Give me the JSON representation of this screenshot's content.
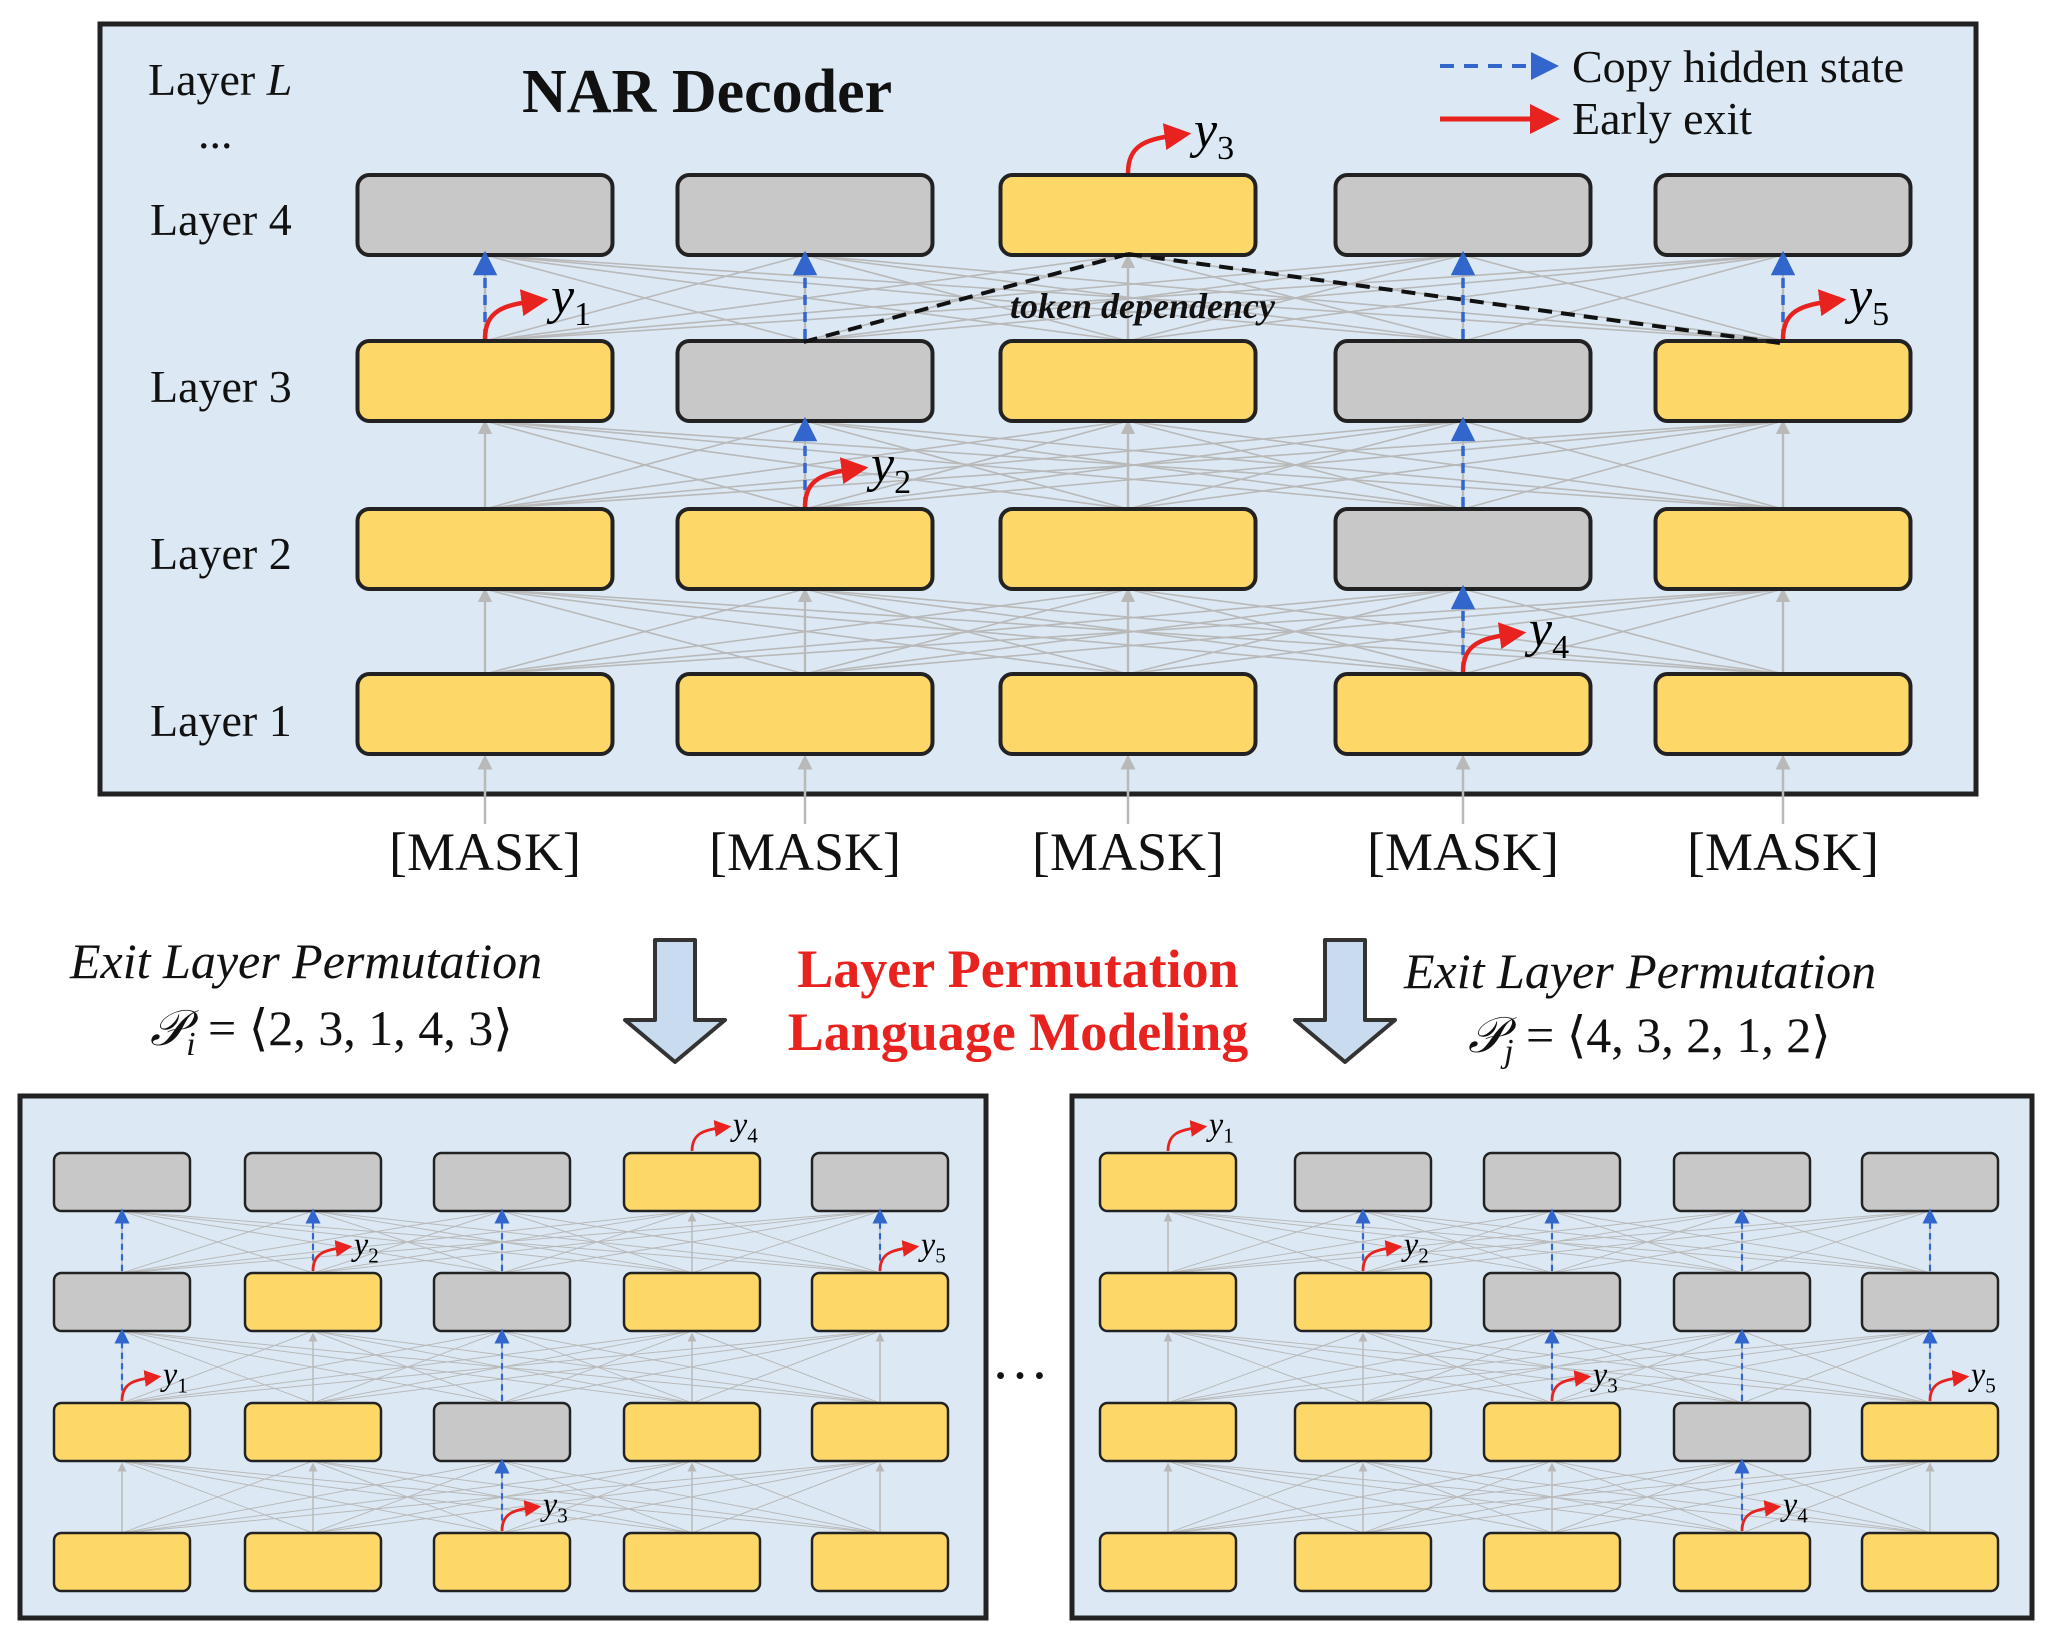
{
  "colors": {
    "panel_bg": "#dce9f5",
    "active": "#fdd869",
    "inactive": "#c8c8c8",
    "copy_arrow": "#3366cc",
    "exit_arrow": "#e8231f",
    "connection": "#b9b9b9",
    "center_text": "#e8231f"
  },
  "icons": {
    "copy": "dashed-blue-arrow-icon",
    "exit": "curved-red-arrow-icon",
    "flow": "down-block-arrow-icon"
  },
  "top": {
    "title": "NAR Decoder",
    "layer_labels": [
      "Layer 1",
      "Layer 2",
      "Layer 3",
      "Layer 4"
    ],
    "layer_l_prefix": "Layer ",
    "layer_l_var": "L",
    "ellipsis": "...",
    "legend": {
      "copy": "Copy hidden state",
      "exit": "Early exit"
    },
    "token_dependency": "token dependency",
    "inputs": [
      "[MASK]",
      "[MASK]",
      "[MASK]",
      "[MASK]",
      "[MASK]"
    ],
    "exit_layers": [
      3,
      2,
      4,
      1,
      3
    ],
    "y_var": "y",
    "y_subs": [
      "1",
      "2",
      "3",
      "4",
      "5"
    ]
  },
  "middle": {
    "left_heading": "Exit Layer Permutation",
    "left_formula": {
      "sym": "𝒫",
      "sub": "i",
      "rest": " = ⟨2, 3, 1, 4, 3⟩"
    },
    "right_heading": "Exit Layer Permutation",
    "right_formula": {
      "sym": "𝒫",
      "sub": "j",
      "rest": " = ⟨4, 3, 2, 1, 2⟩"
    },
    "center_line1": "Layer Permutation",
    "center_line2": "Language Modeling",
    "dots": "…"
  },
  "bottom_left": {
    "exit_layers": [
      2,
      3,
      1,
      4,
      3
    ],
    "y_order": [
      1,
      2,
      3,
      4,
      5
    ]
  },
  "bottom_right": {
    "exit_layers": [
      4,
      3,
      2,
      1,
      2
    ],
    "y_order": [
      1,
      2,
      3,
      4,
      5
    ]
  }
}
